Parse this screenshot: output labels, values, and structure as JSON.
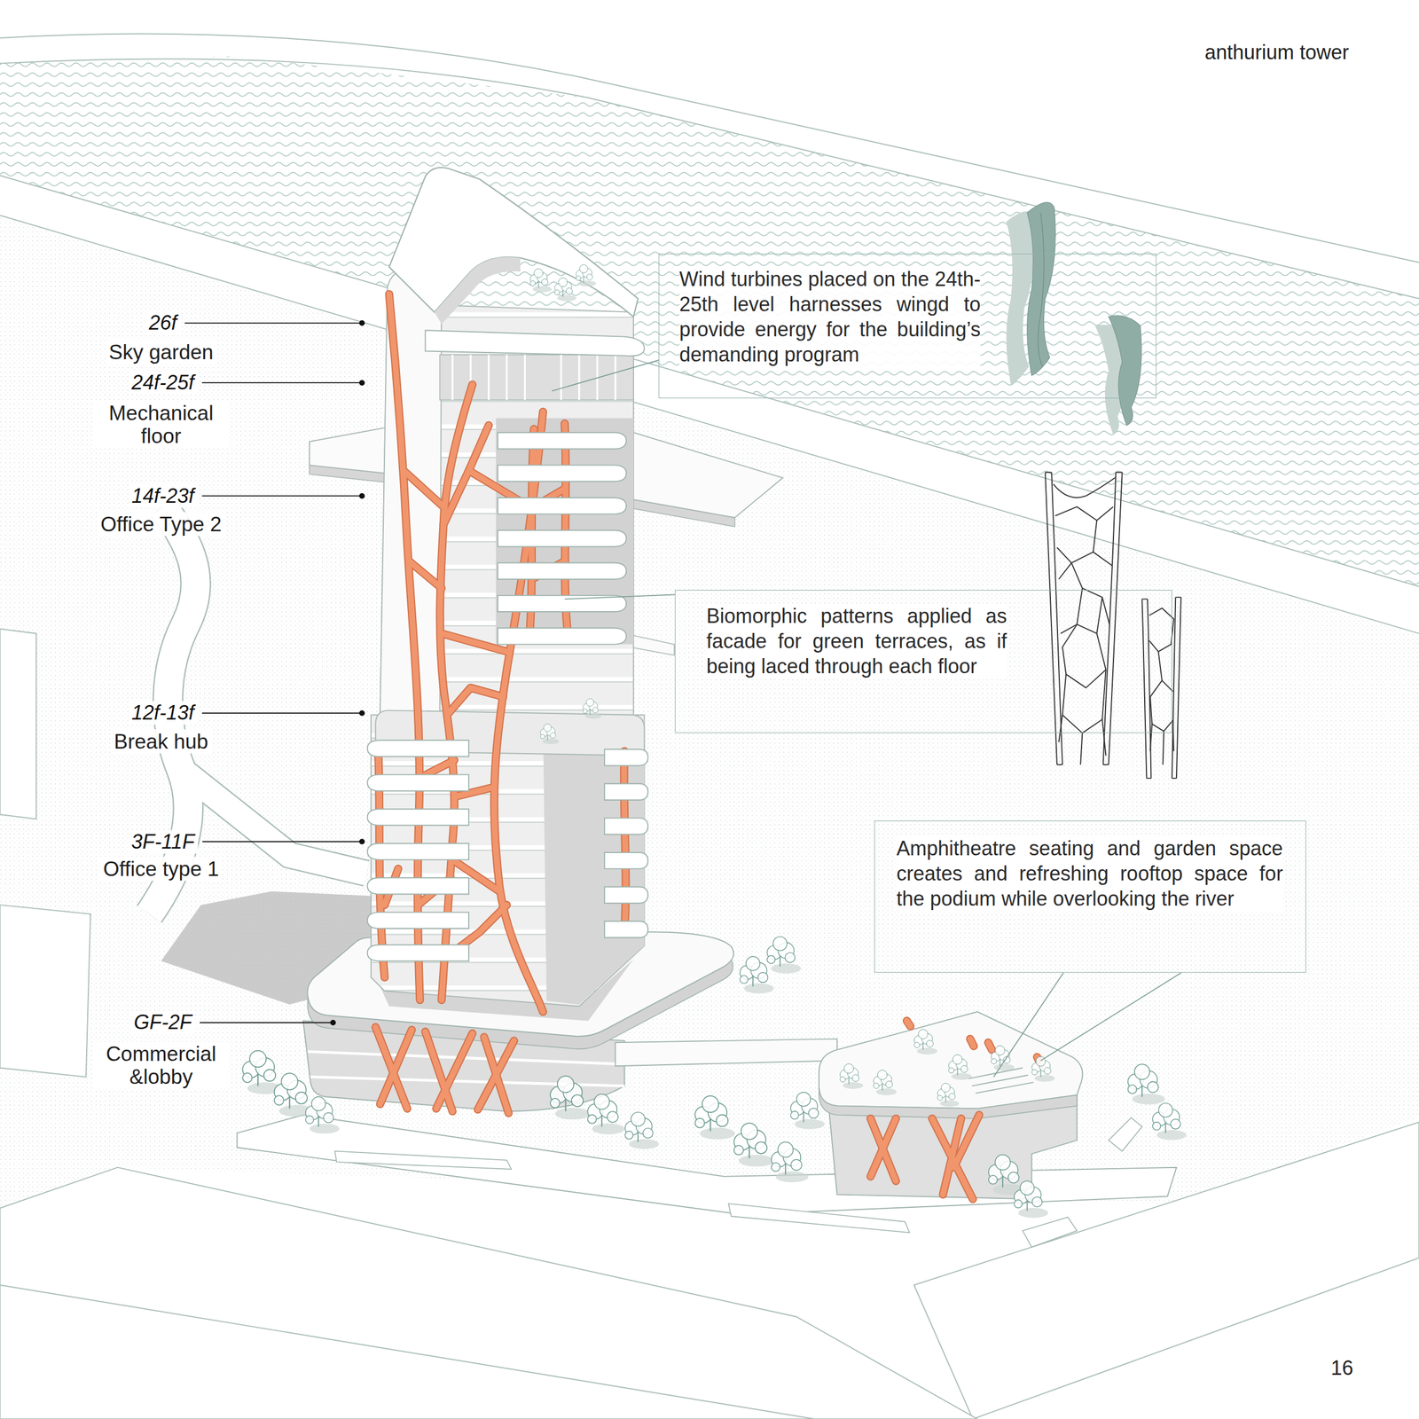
{
  "diagram": {
    "title": "anthurium tower",
    "nodes": [
      {
        "text": [
          "Wind turbines placed on the 24th-25th level harnesses wingd to provide energy for the building’s demanding program"
        ]
      },
      {
        "text": [
          "Biomorphic patterns applied as facade for green terraces, as if being laced through each floor"
        ]
      },
      {
        "text": [
          "Amphitheatre seating and garden space creates and refreshing rooftop space for the podium while overlooking the river"
        ]
      }
    ],
    "labels": [
      "26f",
      "Sky garden",
      "24f-25f",
      "Mechanical floor",
      "14f-23f",
      "Office Type 2",
      "12f-13f",
      "Break hub",
      "3F-11F",
      "Office type 1",
      "GF-2F",
      "Commercial &lobby",
      "16"
    ]
  }
}
